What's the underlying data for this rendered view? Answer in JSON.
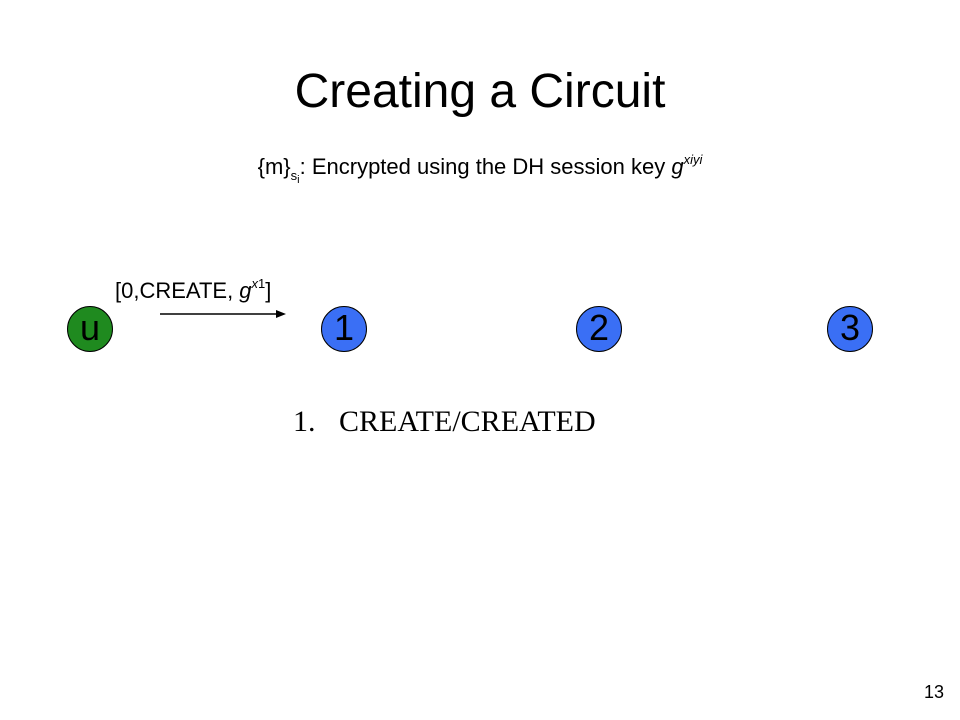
{
  "slide": {
    "title": "Creating a Circuit",
    "subtitle": {
      "m": "{m}",
      "sub_s": "s",
      "sub_i": "i",
      "text": ": Encrypted using the DH session key ",
      "g": "g",
      "exp": "xiyi"
    },
    "message": {
      "prefix": "[0,CREATE, ",
      "g": "g",
      "exp_x": "x",
      "exp_1": "1",
      "suffix": "]"
    },
    "nodes": [
      {
        "label": "u",
        "color": "#1f8a1f"
      },
      {
        "label": "1",
        "color": "#3a6ff5"
      },
      {
        "label": "2",
        "color": "#3a6ff5"
      },
      {
        "label": "3",
        "color": "#3a6ff5"
      }
    ],
    "steps": [
      {
        "number": "1.",
        "text": "CREATE/CREATED"
      }
    ],
    "page_number": "13"
  }
}
